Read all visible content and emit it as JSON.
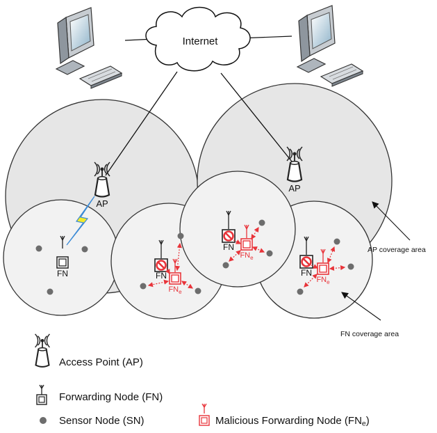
{
  "labels": {
    "internet": "Internet",
    "ap": "AP",
    "fn": "FN",
    "fn_e_base": "FN",
    "fn_e_sub": "e",
    "ap_coverage": "AP coverage area",
    "fn_coverage": "FN coverage area"
  },
  "legend": {
    "access_point": "Access Point (AP)",
    "forwarding_node": "Forwarding Node (FN)",
    "sensor_node": "Sensor Node (SN)",
    "malicious_node_base": "Malicious Forwarding Node (FN",
    "malicious_node_sub": "e",
    "malicious_node_close": ")"
  },
  "colors": {
    "ap_area": "#e6e6e6",
    "fn_area": "#f2f2f2",
    "outline": "#333333",
    "malicious": "#e8343a",
    "sensor": "#6d6d6d",
    "lightning": "#f2ea2a"
  }
}
